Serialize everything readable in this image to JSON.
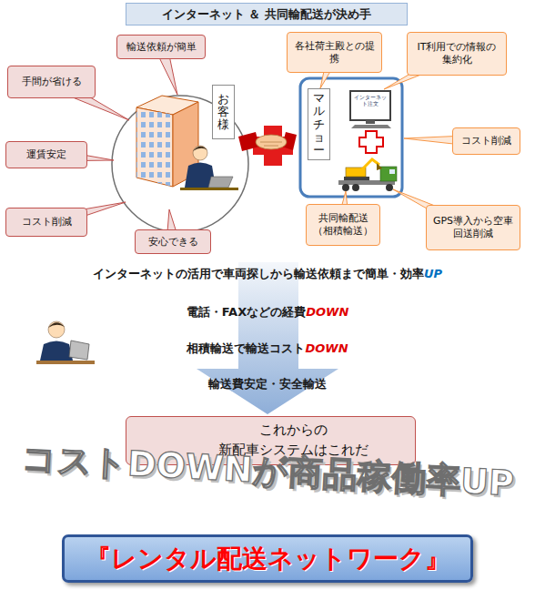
{
  "diagram": {
    "title": "インターネット ＆ 共同輸配送が決め手",
    "nodes": [
      {
        "text": [
          "輸送依頼が簡単"
        ]
      },
      {
        "text": [
          "各社荷主殿との提携"
        ]
      },
      {
        "text": [
          "IT利用での情報の集約化"
        ]
      },
      {
        "text": [
          "手間が省ける"
        ]
      },
      {
        "text": [
          "お客様"
        ]
      },
      {
        "text": [
          "マルチョー"
        ]
      },
      {
        "text": [
          "コスト削減"
        ]
      },
      {
        "text": [
          "運賃安定"
        ]
      },
      {
        "text": [
          "コスト削減"
        ]
      },
      {
        "text": [
          "安心できる"
        ]
      },
      {
        "text": [
          "共同輸配送（相積輸送）"
        ]
      },
      {
        "text": [
          "GPS導入から空車回送削減"
        ]
      },
      {
        "text": [
          "これからの",
          "新配車システムはこれだ"
        ]
      },
      {
        "text": [
          "『レンタル配送ネットワーク』"
        ]
      }
    ],
    "labels": [
      "インターネット注文",
      "インターネットの活用で車両探しから輸送依頼まで簡単・効率",
      "UP",
      "電話・FAXなどの経費",
      "DOWN",
      "相積輸送で輸送コスト",
      "DOWN",
      "輸送費安定・安全輸送",
      "コストDOWNが商品稼働率UP"
    ]
  }
}
